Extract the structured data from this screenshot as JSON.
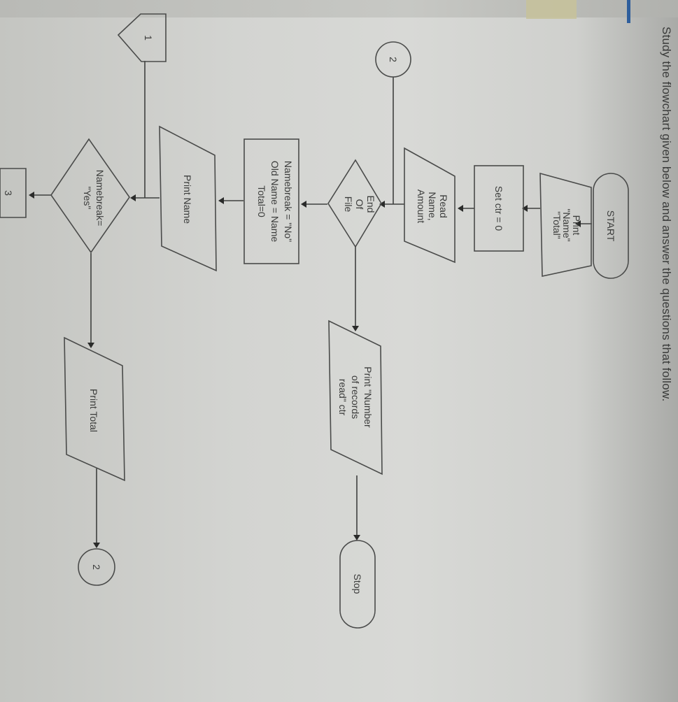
{
  "header": {
    "instruction": "Study the flowchart given below and answer the questions that follow."
  },
  "flowchart": {
    "orientation": "rotated 90° clockwise",
    "nodes": {
      "start": {
        "type": "terminator",
        "label": "START"
      },
      "print_headers": {
        "type": "input-output",
        "lines": [
          "Print",
          "\"Name\"",
          "\"Total\""
        ]
      },
      "set_ctr": {
        "type": "process",
        "label": "Set ctr = 0"
      },
      "read_record": {
        "type": "input-output",
        "lines": [
          "Read",
          "Name,",
          "Amount"
        ]
      },
      "end_of_file": {
        "type": "decision",
        "lines": [
          "End",
          "Of",
          "File"
        ]
      },
      "init_break": {
        "type": "process",
        "lines": [
          "Namebreak = \"No\"",
          "Old Name = Name",
          "Total=0"
        ]
      },
      "print_name": {
        "type": "input-output",
        "label": "Print Name"
      },
      "namebreak_check": {
        "type": "decision",
        "lines": [
          "Namebreak=",
          "\"Yes\""
        ]
      },
      "print_count": {
        "type": "input-output",
        "lines": [
          "Print \"Number",
          "of records",
          "read\" ctr"
        ]
      },
      "stop": {
        "type": "terminator",
        "label": "Stop"
      },
      "print_total": {
        "type": "input-output",
        "label": "Print Total"
      },
      "connector_2_in": {
        "type": "on-page-connector",
        "label": "2"
      },
      "connector_2_out": {
        "type": "on-page-connector",
        "label": "2"
      },
      "connector_1": {
        "type": "off-page-connector",
        "label": "1"
      },
      "connector_3": {
        "type": "off-page-connector",
        "label": "3"
      }
    },
    "edges": [
      [
        "START",
        "Print \"Name\" \"Total\""
      ],
      [
        "Print \"Name\" \"Total\"",
        "Set ctr = 0"
      ],
      [
        "Set ctr = 0",
        "Read Name, Amount"
      ],
      [
        "Read Name, Amount",
        "End Of File"
      ],
      [
        "Connector 2",
        "End Of File"
      ],
      [
        "End Of File",
        "Namebreak = \"No\" / Old Name = Name / Total=0"
      ],
      [
        "End Of File",
        "Print \"Number of records read\" ctr"
      ],
      [
        "Print \"Number of records read\" ctr",
        "Stop"
      ],
      [
        "Namebreak = \"No\" ...",
        "Print Name"
      ],
      [
        "Print Name",
        "Namebreak = \"Yes\""
      ],
      [
        "Connector 1",
        "Namebreak = \"Yes\""
      ],
      [
        "Namebreak = \"Yes\"",
        "Connector 3"
      ],
      [
        "Namebreak = \"Yes\"",
        "Print Total"
      ],
      [
        "Print Total",
        "Connector 2"
      ]
    ]
  },
  "colors": {
    "background": "#d3d4d1",
    "stroke": "#4a4b4a",
    "text": "#3b3c3b",
    "tab_accent": "#2e5e9c",
    "tab_highlight": "#c7c29a"
  }
}
